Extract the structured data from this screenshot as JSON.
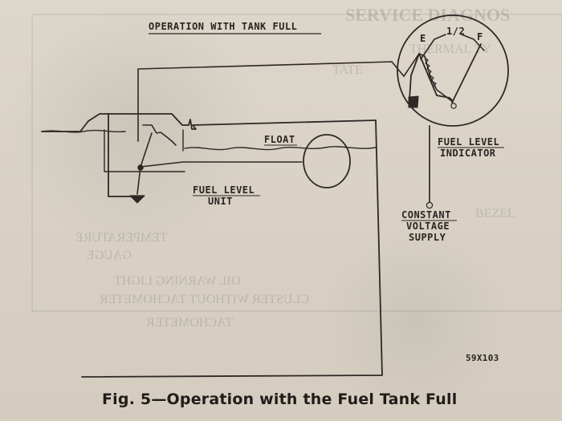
{
  "diagram": {
    "title": "OPERATION WITH TANK FULL",
    "float_label": "FLOAT",
    "fuel_level_unit": [
      "FUEL LEVEL",
      "UNIT"
    ],
    "fuel_level_indicator": [
      "FUEL LEVEL",
      "INDICATOR"
    ],
    "constant_voltage_supply": [
      "CONSTANT",
      "VOLTAGE",
      "SUPPLY"
    ],
    "gauge_scale": {
      "empty": "E",
      "half": "1/2",
      "full": "F"
    }
  },
  "figure": {
    "code": "59X103",
    "caption": "Fig. 5—Operation with the Fuel Tank Full"
  },
  "background_bleed": {
    "service_diagnosis": "SERVICE DIAGNOS",
    "thermal": "THERMAL TY",
    "tate": "TATE",
    "bezel": "BEZEL",
    "temperature_gauge": [
      "TEMPERATURE",
      "GAUGE"
    ],
    "oil_warning_light": "OIL WARNING LIGHT",
    "cluster_without_tachometer": "CLUSTER WITHOUT TACHOMETER",
    "tachometer": "TACHOMETER"
  }
}
